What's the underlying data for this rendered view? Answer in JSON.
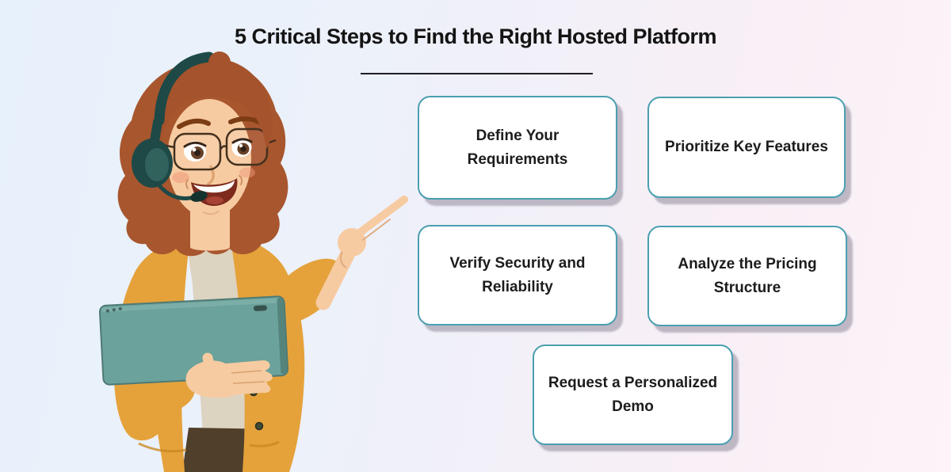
{
  "title": "5 Critical Steps to Find the Right Hosted Platform",
  "steps": [
    {
      "label": "Define Your Requirements"
    },
    {
      "label": "Prioritize Key Features"
    },
    {
      "label": "Verify Security and Reliability"
    },
    {
      "label": "Analyze the Pricing Structure"
    },
    {
      "label": "Request a Personalized Demo"
    }
  ],
  "illustration": {
    "description": "Smiling woman with curly auburn hair, round glasses and a teal headset with microphone, wearing a mustard cardigan, holding a teal tablet and pointing at the steps"
  },
  "colors": {
    "background_left": "#e7f1fb",
    "background_right": "#fdf3f8",
    "card_border": "#4a9fb0",
    "card_background": "#ffffff",
    "card_shadow": "#9791a2",
    "title_text": "#141414",
    "step_text": "#1c1c1c",
    "cardigan": "#e5a23b",
    "tablet": "#6ba29b",
    "headset": "#1e4947",
    "hair": "#a8562e",
    "skin": "#f7cba1"
  }
}
